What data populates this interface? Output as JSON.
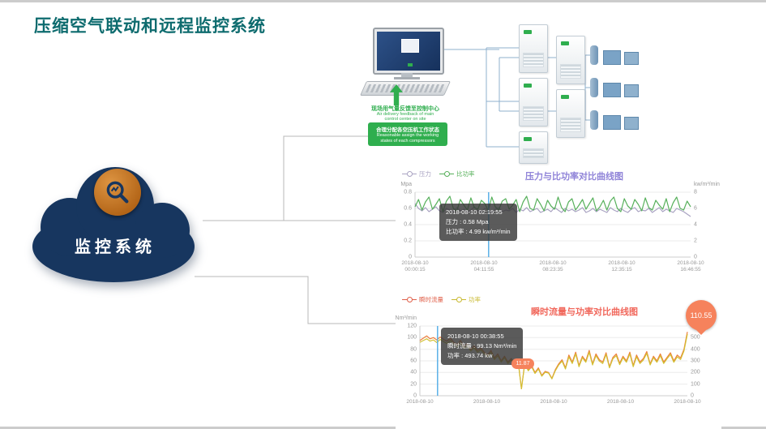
{
  "page": {
    "title": "压缩空气联动和远程监控系统"
  },
  "cloud": {
    "label": "监控系统",
    "body_color": "#17365f",
    "badge_color": "#b26417"
  },
  "diagram": {
    "feedback_cn": "现场用气量反馈至控制中心",
    "feedback_en1": "Air delivery feedback of main",
    "feedback_en2": "control center on site",
    "assign_cn": "合理分配各空压机工作状态",
    "assign_en1": "Reasonable assign the working",
    "assign_en2": "states of each compressors"
  },
  "chart_data": [
    {
      "type": "line",
      "title": "压力与比功率对比曲线图",
      "legend": [
        {
          "name": "压力",
          "color": "#a9a3c2"
        },
        {
          "name": "比功率",
          "color": "#57b05b"
        }
      ],
      "left_axis": {
        "label": "Mpa",
        "max": 0.8,
        "ticks": [
          0.8,
          0.6,
          0.4,
          0.2,
          0
        ]
      },
      "right_axis": {
        "label": "kw/m³/min",
        "max": 8,
        "ticks": [
          8,
          6,
          4,
          2,
          0
        ]
      },
      "x_ticks": [
        {
          "date": "2018-08-10",
          "time": "00:00:15"
        },
        {
          "date": "2018-08-10",
          "time": "04:11:55"
        },
        {
          "date": "2018-08-10",
          "time": "08:23:35"
        },
        {
          "date": "2018-08-10",
          "time": "12:35:15"
        },
        {
          "date": "2018-08-10",
          "time": "16:46:55"
        }
      ],
      "cursor_frac": 0.267,
      "tooltip": {
        "title": "2018-08-10 02:19:55",
        "line1": "压力 : 0.58 Mpa",
        "line2": "比功率 : 4.99 kw/m³/min"
      },
      "series": [
        {
          "name": "压力",
          "axis": "left",
          "color": "#a9a3c2",
          "values": [
            0.66,
            0.6,
            0.57,
            0.61,
            0.56,
            0.59,
            0.62,
            0.57,
            0.55,
            0.6,
            0.58,
            0.56,
            0.61,
            0.57,
            0.59,
            0.55,
            0.58,
            0.62,
            0.57,
            0.56,
            0.6,
            0.58,
            0.55,
            0.59,
            0.61,
            0.56,
            0.58,
            0.57,
            0.6,
            0.55,
            0.59,
            0.57,
            0.61,
            0.56,
            0.58,
            0.6,
            0.55,
            0.57,
            0.59,
            0.56,
            0.61,
            0.58,
            0.55,
            0.6,
            0.57,
            0.59,
            0.56,
            0.58,
            0.61,
            0.55,
            0.57,
            0.6,
            0.56,
            0.59,
            0.57,
            0.55,
            0.61,
            0.58,
            0.56,
            0.6,
            0.57,
            0.55,
            0.59,
            0.61,
            0.56,
            0.58,
            0.57,
            0.6,
            0.55,
            0.58,
            0.61,
            0.56,
            0.59,
            0.57,
            0.55,
            0.6,
            0.58,
            0.56,
            0.53,
            0.5
          ]
        },
        {
          "name": "比功率",
          "axis": "right",
          "color": "#57b05b",
          "values": [
            6.2,
            7.1,
            5.8,
            6.8,
            7.4,
            5.9,
            6.5,
            7.2,
            5.6,
            6.9,
            7.5,
            6.0,
            5.7,
            7.1,
            6.4,
            5.8,
            7.3,
            6.1,
            5.9,
            7.0,
            6.6,
            5.7,
            7.4,
            6.2,
            5.8,
            6.9,
            7.2,
            5.9,
            6.4,
            7.1,
            5.6,
            6.8,
            7.5,
            6.0,
            5.8,
            7.2,
            6.5,
            5.7,
            7.0,
            6.3,
            5.9,
            7.4,
            6.1,
            5.6,
            6.8,
            7.2,
            5.8,
            6.4,
            7.1,
            5.9,
            6.6,
            7.3,
            5.7,
            6.2,
            7.0,
            5.8,
            6.9,
            7.4,
            6.0,
            5.6,
            7.2,
            6.3,
            5.9,
            7.1,
            6.5,
            5.7,
            7.3,
            6.1,
            5.8,
            7.0,
            6.4,
            5.9,
            7.2,
            5.6,
            6.7,
            7.4,
            6.0,
            5.8,
            6.9,
            6.2
          ]
        }
      ]
    },
    {
      "type": "line",
      "title": "瞬时流量与功率对比曲线图",
      "legend": [
        {
          "name": "瞬时流量",
          "color": "#e0604a"
        },
        {
          "name": "功率",
          "color": "#c9b930"
        }
      ],
      "left_axis": {
        "label": "Nm³/min",
        "max": 120,
        "ticks": [
          120,
          100,
          80,
          60,
          40,
          20,
          0
        ]
      },
      "right_axis": {
        "label": "",
        "max": 600,
        "ticks": [
          600,
          500,
          400,
          300,
          200,
          100,
          0
        ]
      },
      "x_ticks": [
        {
          "date": "2018-08-10"
        },
        {
          "date": "2018-08-10"
        },
        {
          "date": "2018-08-10"
        },
        {
          "date": "2018-08-10"
        },
        {
          "date": "2018-08-10"
        }
      ],
      "cursor_frac": 0.066,
      "tooltip": {
        "title": "2018-08-10 00:38:55",
        "line1": "瞬时流量 : 99.13 Nm³/min",
        "line2": "功率 : 493.74 kw"
      },
      "markers": {
        "max": "110.55",
        "min": "11.87"
      },
      "series": [
        {
          "name": "瞬时流量",
          "axis": "left",
          "color": "#ee7d3a",
          "values": [
            95,
            99,
            103,
            98,
            100,
            96,
            101,
            97,
            94,
            99,
            92,
            88,
            95,
            85,
            90,
            80,
            86,
            78,
            82,
            75,
            70,
            78,
            65,
            72,
            60,
            68,
            58,
            64,
            55,
            62,
            12,
            58,
            45,
            52,
            40,
            48,
            35,
            42,
            40,
            30,
            45,
            55,
            62,
            48,
            70,
            58,
            75,
            52,
            68,
            60,
            78,
            55,
            72,
            62,
            58,
            74,
            50,
            66,
            72,
            56,
            68,
            60,
            75,
            52,
            70,
            58,
            64,
            76,
            55,
            68,
            60,
            72,
            58,
            66,
            74,
            60,
            70,
            65,
            80,
            110
          ]
        },
        {
          "name": "功率",
          "axis": "right",
          "color": "#d2c133",
          "values": [
            460,
            475,
            490,
            470,
            480,
            458,
            485,
            466,
            450,
            476,
            442,
            420,
            455,
            408,
            432,
            385,
            412,
            375,
            395,
            360,
            335,
            375,
            312,
            345,
            290,
            328,
            278,
            308,
            265,
            298,
            60,
            278,
            215,
            250,
            192,
            230,
            168,
            202,
            195,
            145,
            215,
            265,
            298,
            230,
            335,
            278,
            360,
            250,
            328,
            288,
            375,
            265,
            345,
            298,
            278,
            355,
            240,
            318,
            345,
            268,
            328,
            288,
            360,
            250,
            335,
            278,
            308,
            365,
            265,
            328,
            288,
            345,
            278,
            318,
            355,
            288,
            335,
            312,
            385,
            530
          ]
        }
      ]
    }
  ]
}
